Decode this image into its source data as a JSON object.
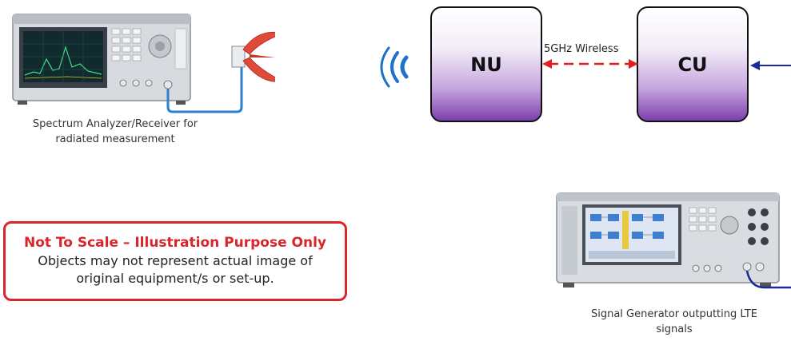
{
  "analyzer": {
    "caption_line1": "Spectrum Analyzer/Receiver for",
    "caption_line2": "radiated measurement"
  },
  "nodes": {
    "nu_label": "NU",
    "cu_label": "CU"
  },
  "link": {
    "label": "5GHz Wireless",
    "color": "#e02020"
  },
  "generator": {
    "caption_line1": "Signal Generator outputting LTE",
    "caption_line2": "signals"
  },
  "disclaimer": {
    "title": "Not To Scale – Illustration Purpose Only",
    "line1": "Objects may not represent actual image of",
    "line2": "original equipment/s or set-up.",
    "border_color": "#d9262c"
  },
  "colors": {
    "node_gradient_bottom": "#7d3fae",
    "cable_blue": "#2e7fd0",
    "cable_navy": "#1a2a9e",
    "signal_blue": "#1e73c8"
  }
}
